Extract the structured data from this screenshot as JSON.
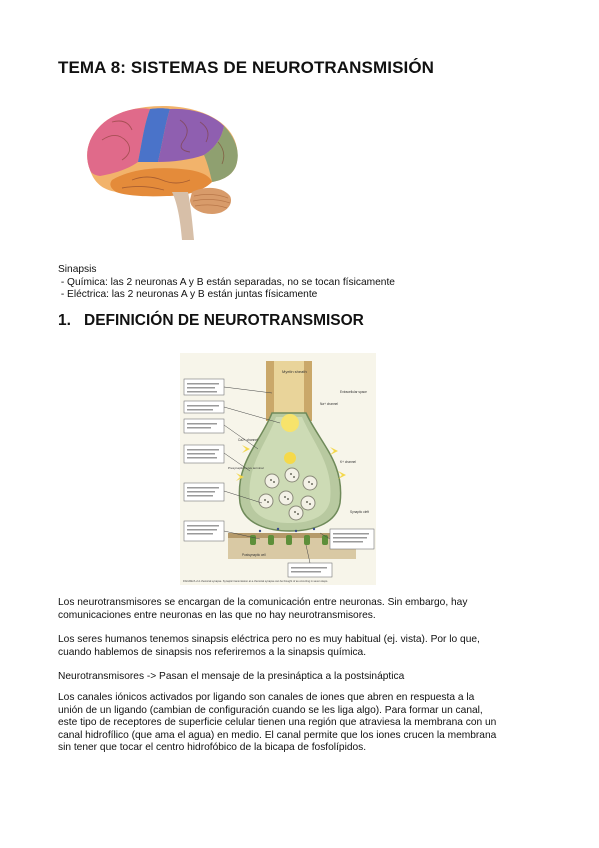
{
  "title": "TEMA 8: SISTEMAS DE NEUROTRANSMISIÓN",
  "intro": {
    "heading": "Sinapsis",
    "bullets": [
      " - Química: las 2 neuronas A y B están separadas, no se tocan físicamente",
      " - Eléctrica: las 2 neuronas A y B están juntas físicamente"
    ]
  },
  "section1": {
    "number": "1.",
    "title": "DEFINICIÓN DE NEUROTRANSMISOR"
  },
  "figure_synapse": {
    "labels": {
      "myelin": "Myelin sheath",
      "extracellular": "Extracellular space",
      "na_channel": "Na+ channel",
      "ca_channel": "Ca2+ channel",
      "k_channel": "K+ channel",
      "presynaptic": "Presynaptic nerve terminal",
      "postsynaptic": "Postsynaptic cell",
      "synaptic_cleft": "Synaptic cleft",
      "caption": "FIGURE 8–2  A chemical synapse. Synaptic transmission at a chemical synapse can be thought of as occurring in seven steps."
    }
  },
  "paragraphs": {
    "p1": [
      "Los neurotransmisores se encargan de la comunicación entre neuronas. Sin embargo, hay",
      "comunicaciones entre neuronas en las que no hay neurotransmisores."
    ],
    "p2": [
      "Los seres humanos tenemos sinapsis eléctrica pero no es muy habitual (ej. vista). Por lo que,",
      "cuando hablemos de sinapsis nos referiremos a la sinapsis química."
    ],
    "p3": [
      "Neurotransmisores -> Pasan el mensaje de la presináptica a la postsináptica"
    ],
    "p4": [
      "Los canales iónicos activados por ligando son canales de iones que abren en respuesta a la",
      "unión de un ligando (cambian de configuración cuando se les liga algo). Para formar un canal,",
      "este tipo de receptores de superficie celular tienen una región que atraviesa la membrana con un",
      "canal hidrofílico (que ama el agua) en medio. El canal permite que los iones crucen la membrana",
      "sin tener que tocar el centro hidrofóbico de la bicapa de fosfolípidos."
    ]
  }
}
